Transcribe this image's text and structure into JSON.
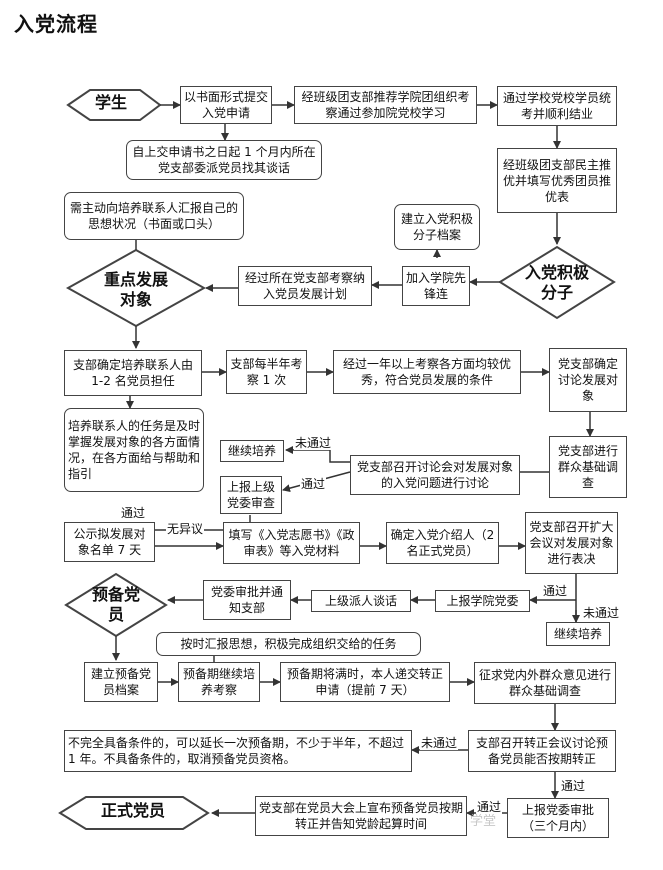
{
  "title": "入党流程",
  "shapes": {
    "student": "学生",
    "key_target": "重点发展对象",
    "activist": "入党积极分子",
    "probationary": "预备党员",
    "full_member": "正式党员"
  },
  "boxes": {
    "written_application": "以书面形式提交入党申请",
    "class_recommend": "经班级团支部推荐学院团组织考察通过参加院党校学习",
    "pass_exam": "通过学校党校学员统考并顺利结业",
    "talk_within_month": "自上交申请书之日起 1 个月内所在党支部委派党员找其谈话",
    "democratic_recommend": "经班级团支部民主推优并填写优秀团员推优表",
    "report_thoughts": "需主动向培养联系人汇报自己的思想状况（书面或口头）",
    "activist_file": "建立入党积极分子档案",
    "join_vanguard": "加入学院先锋连",
    "include_plan": "经过所在党支部考察纳入党员发展计划",
    "assign_contact": "支部确定培养联系人由 1-2 名党员担任",
    "semiannual_review": "支部每半年考察 1 次",
    "one_year_review": "经过一年以上考察各方面均较优秀，符合党员发展的条件",
    "confirm_target": "党支部确定讨论发展对象",
    "contact_duty": "培养联系人的任务是及时掌握发展对象的各方面情况，在各方面给与帮助和指引",
    "mass_survey": "党支部进行群众基础调查",
    "continue_training_1": "继续培养",
    "discussion_meeting": "党支部召开讨论会对发展对象的入党问题进行讨论",
    "superior_review": "上报上级党委审查",
    "publicity": "公示拟发展对象名单 7 天",
    "fill_materials": "填写《入党志愿书》《政审表》等入党材料",
    "confirm_introducers": "确定入党介绍人（2 名正式党员）",
    "enlarged_meeting": "党支部召开扩大会议对发展对象进行表决",
    "committee_approve": "党委审批并通知支部",
    "superior_talk": "上级派人谈话",
    "report_college": "上报学院党委",
    "continue_training_2": "继续培养",
    "report_regularly": "按时汇报思想，积极完成组织交给的任务",
    "establish_file": "建立预备党员档案",
    "continue_probation": "预备期继续培养考察",
    "submit_application": "预备期将满时，本人递交转正申请（提前 7 天）",
    "solicit_opinions": "征求党内外群众意见进行群众基础调查",
    "not_qualified": "不完全具备条件的，可以延长一次预备期，不少于半年，不超过 1 年。不具备条件的，取消预备党员资格。",
    "regularization_meeting": "支部召开转正会议讨论预备党员能否按期转正",
    "announce_full": "党支部在党员大会上宣布预备党员按期转正并告知党龄起算时间",
    "report_approval": "上报党委审批（三个月内）"
  },
  "labels": {
    "fail_1": "未通过",
    "pass_1": "通过",
    "pass_2": "通过",
    "no_objection": "无异议",
    "pass_3": "通过",
    "fail_2": "未通过",
    "pass_4": "通过",
    "fail_3": "未通过",
    "pass_5": "通过",
    "pass_6": "通过"
  },
  "watermark": "学堂"
}
